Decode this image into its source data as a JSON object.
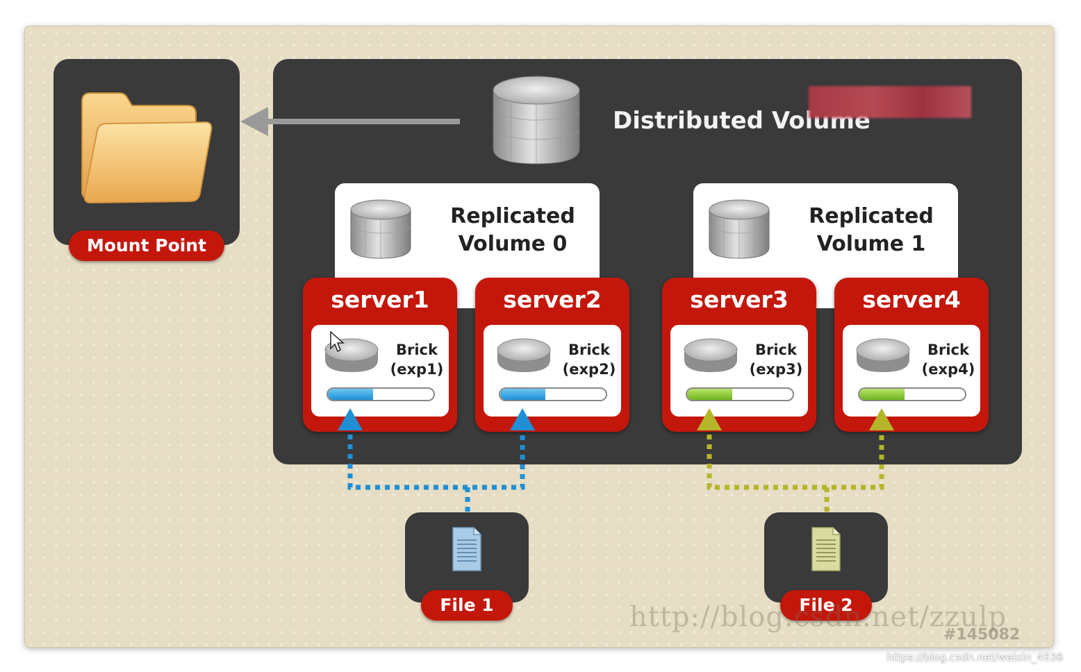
{
  "diagram": {
    "title": "Distributed Volume",
    "mount_point": "Mount Point",
    "replicated_volumes": [
      {
        "line1": "Replicated",
        "line2": "Volume 0"
      },
      {
        "line1": "Replicated",
        "line2": "Volume 1"
      }
    ],
    "servers": [
      {
        "name": "server1",
        "brick_line1": "Brick",
        "brick_line2": "(exp1)",
        "fill": 0.43,
        "color": "#1f8fd6"
      },
      {
        "name": "server2",
        "brick_line1": "Brick",
        "brick_line2": "(exp2)",
        "fill": 0.43,
        "color": "#1f8fd6"
      },
      {
        "name": "server3",
        "brick_line1": "Brick",
        "brick_line2": "(exp3)",
        "fill": 0.43,
        "color": "#6fb41e"
      },
      {
        "name": "server4",
        "brick_line1": "Brick",
        "brick_line2": "(exp4)",
        "fill": 0.43,
        "color": "#6fb41e"
      }
    ],
    "files": [
      "File 1",
      "File 2"
    ]
  },
  "colors": {
    "panel": "#3a3a3a",
    "accent_red": "#c4170c",
    "background": "#e6ddc4",
    "file1_link": "#1f8fd6",
    "file2_link": "#b5b52a"
  },
  "watermark": "http://blog.csdn.net/zzulp",
  "image_id": "#145082",
  "source_url": "https://blog.csdn.net/weixin_4638"
}
